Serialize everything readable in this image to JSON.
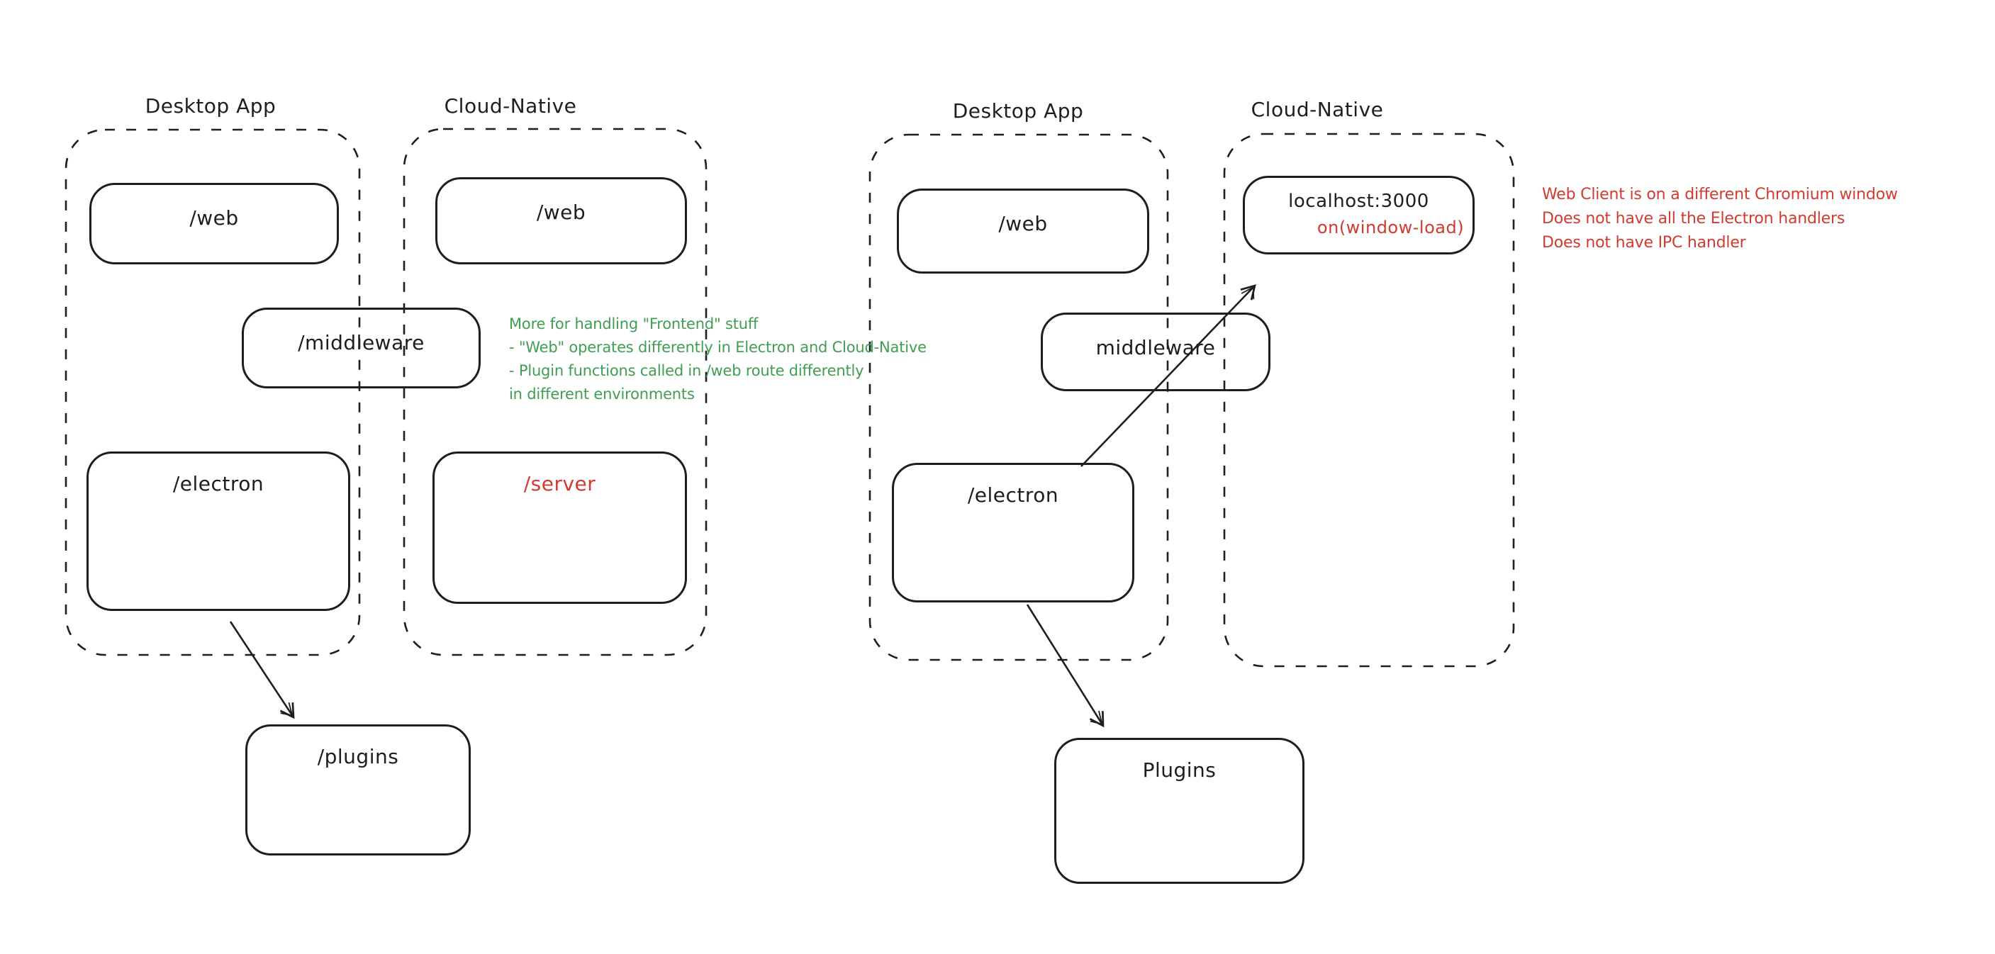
{
  "colors": {
    "background": "#ffffff",
    "ink": "#1e1e1e",
    "green": "#3f9e52",
    "red": "#d33a2f"
  },
  "left_diagram": {
    "desktop_group": {
      "label": "Desktop App"
    },
    "cloud_group": {
      "label": "Cloud-Native"
    },
    "nodes": {
      "web_desktop": "/web",
      "web_cloud": "/web",
      "middleware": "/middleware",
      "electron": "/electron",
      "server": "/server",
      "plugins": "/plugins"
    },
    "green_note": {
      "lines": [
        "More for handling \"Frontend\" stuff",
        "- \"Web\" operates differently in Electron and Cloud-Native",
        "- Plugin functions called in /web route differently",
        "in different environments"
      ]
    }
  },
  "right_diagram": {
    "desktop_group": {
      "label": "Desktop App"
    },
    "cloud_group": {
      "label": "Cloud-Native"
    },
    "nodes": {
      "web_desktop": "/web",
      "localhost": "localhost:3000",
      "localhost_event": "on(window-load)",
      "middleware": "middleware",
      "electron": "/electron",
      "plugins": "Plugins"
    },
    "red_note": {
      "lines": [
        "Web Client is on a different Chromium window",
        "Does not have all the Electron handlers",
        "Does not have IPC handler"
      ]
    }
  }
}
